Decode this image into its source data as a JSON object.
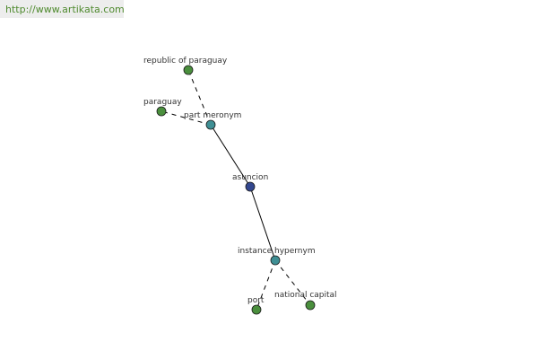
{
  "banner": {
    "url_text": "http://www.artikata.com"
  },
  "graph": {
    "colors": {
      "lemma_node": "#33478f",
      "relation_node": "#3f8f94",
      "word_node": "#4a8f3d",
      "edge": "#000000",
      "label": "#333333"
    },
    "nodes": [
      {
        "id": "asuncion",
        "label": "asuncion",
        "kind": "lemma"
      },
      {
        "id": "part-meronym",
        "label": "part meronym",
        "kind": "relation"
      },
      {
        "id": "instance-hypernym",
        "label": "instance hypernym",
        "kind": "relation"
      },
      {
        "id": "republic-of-paraguay",
        "label": "republic of paraguay",
        "kind": "word"
      },
      {
        "id": "paraguay",
        "label": "paraguay",
        "kind": "word"
      },
      {
        "id": "port",
        "label": "port",
        "kind": "word"
      },
      {
        "id": "national-capital",
        "label": "national capital",
        "kind": "word"
      }
    ],
    "edges": [
      {
        "from": "asuncion",
        "to": "part-meronym",
        "style": "solid"
      },
      {
        "from": "asuncion",
        "to": "instance-hypernym",
        "style": "solid"
      },
      {
        "from": "part-meronym",
        "to": "republic-of-paraguay",
        "style": "dashed"
      },
      {
        "from": "part-meronym",
        "to": "paraguay",
        "style": "dashed"
      },
      {
        "from": "instance-hypernym",
        "to": "port",
        "style": "dashed"
      },
      {
        "from": "instance-hypernym",
        "to": "national-capital",
        "style": "dashed"
      }
    ]
  }
}
